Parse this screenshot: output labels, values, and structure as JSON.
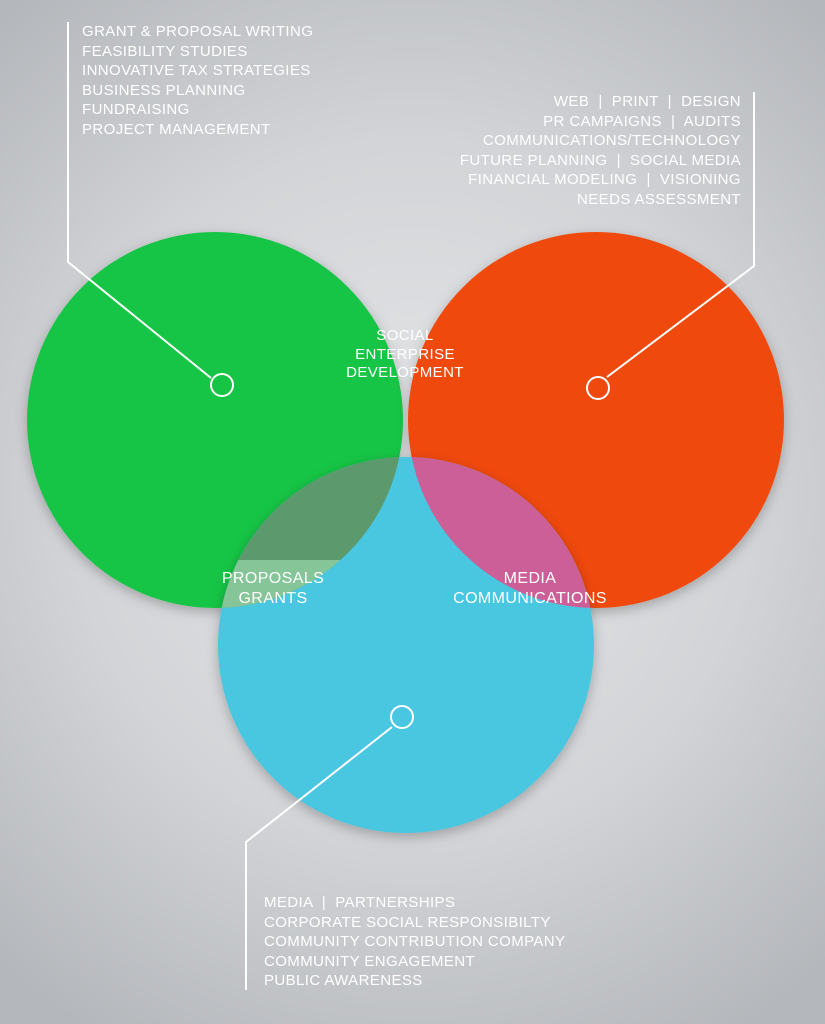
{
  "top_left_list": [
    "GRANT & PROPOSAL WRITING",
    "FEASIBILITY STUDIES",
    "INNOVATIVE TAX STRATEGIES",
    "BUSINESS PLANNING",
    "FUNDRAISING",
    "PROJECT MANAGEMENT"
  ],
  "top_right_list": [
    "WEB  |  PRINT  |  DESIGN",
    "PR CAMPAIGNS  |  AUDITS",
    "COMMUNICATIONS/TECHNOLOGY",
    "FUTURE PLANNING  |  SOCIAL MEDIA",
    "FINANCIAL MODELING  |  VISIONING",
    "NEEDS ASSESSMENT"
  ],
  "bottom_list": [
    "MEDIA  |  PARTNERSHIPS",
    "CORPORATE SOCIAL RESPONSIBILTY",
    "COMMUNITY CONTRIBUTION COMPANY",
    "COMMUNITY ENGAGEMENT",
    "PUBLIC AWARENESS"
  ],
  "overlap_labels": {
    "social_enterprise": [
      "SOCIAL",
      "ENTERPRISE",
      "DEVELOPMENT"
    ],
    "proposals_grants": [
      "PROPOSALS",
      "GRANTS"
    ],
    "media_communications": [
      "MEDIA",
      "COMMUNICATIONS"
    ]
  },
  "colors": {
    "green": "#17c545",
    "red": "#f04a0a",
    "blue": "#48c6e0",
    "yellow": "#f8c81a",
    "dark_green": "#5c9a6e",
    "pink": "#cc5f98",
    "mint": "#93d3a6",
    "cream": "#e8e2b4",
    "background": "#d6d8db",
    "line": "#ffffff"
  }
}
